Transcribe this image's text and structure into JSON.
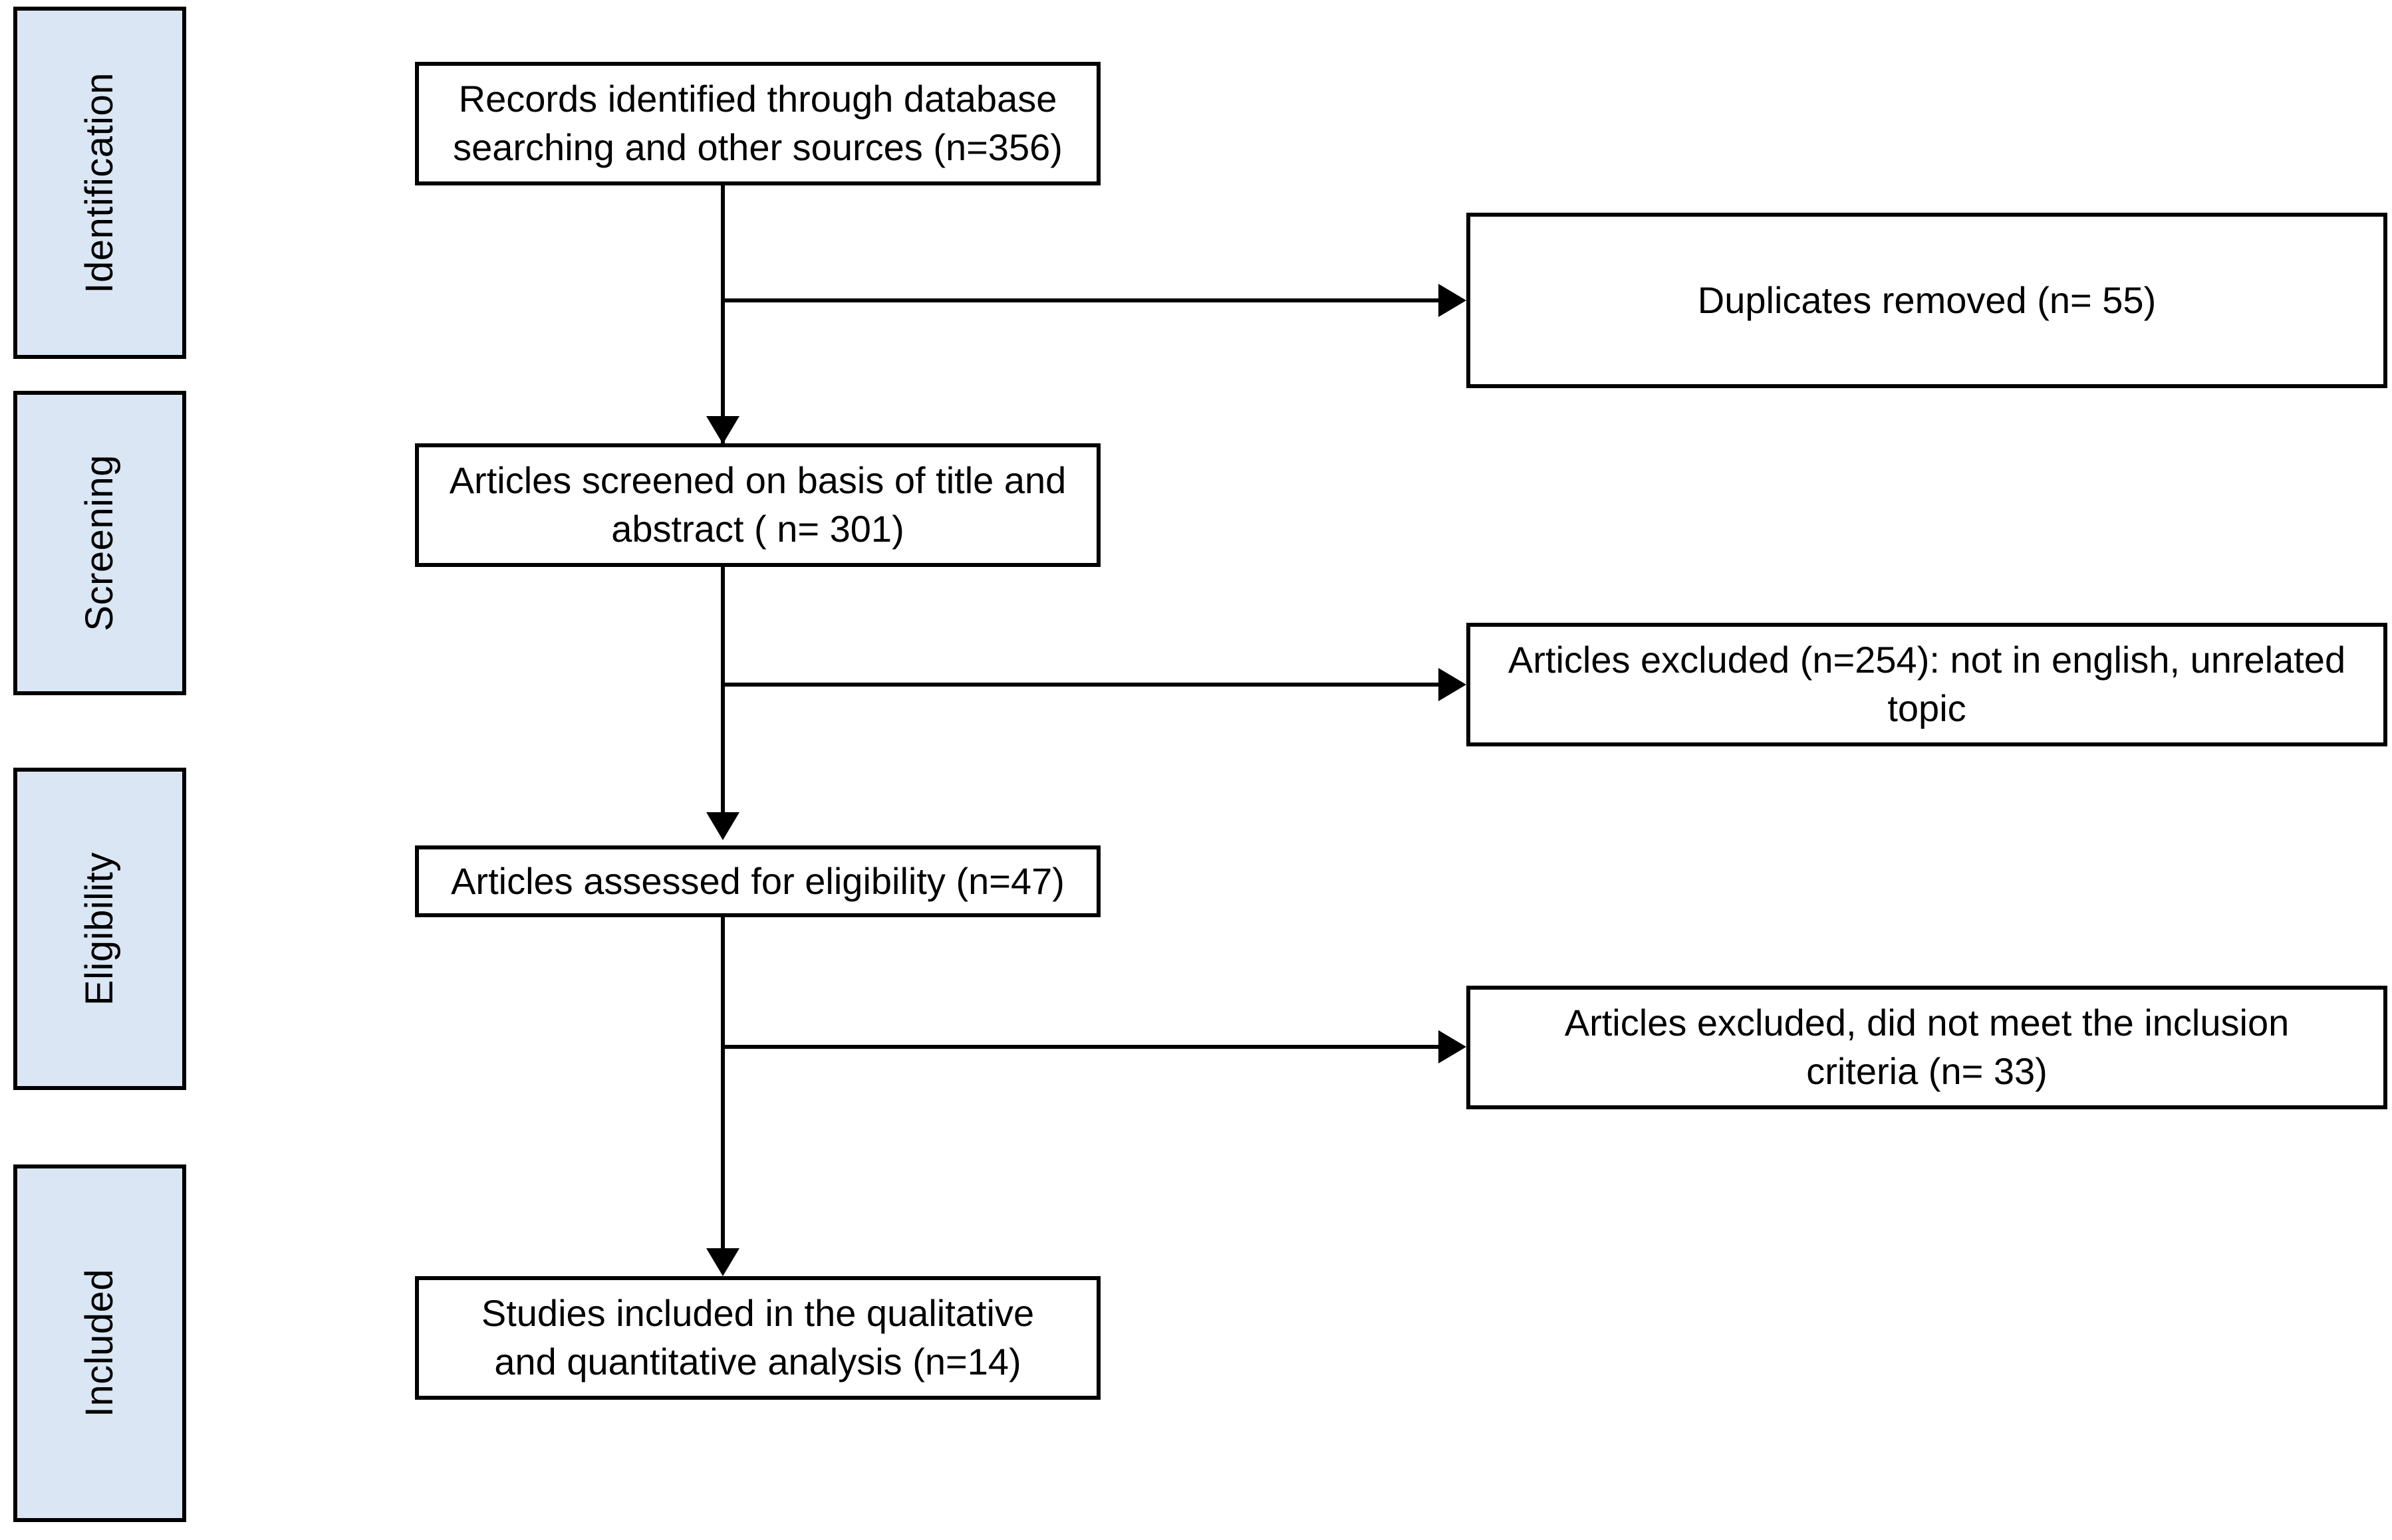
{
  "diagram": {
    "type": "prisma-flow-diagram",
    "colors": {
      "stage_fill": "#DAE6F4",
      "border": "#000000",
      "box_fill": "#FFFFFF",
      "text": "#000000"
    },
    "stages": [
      {
        "label": "Identification"
      },
      {
        "label": "Screening"
      },
      {
        "label": "Eligibility"
      },
      {
        "label": "Included"
      }
    ],
    "flow_boxes": [
      {
        "id": "records-identified",
        "line1": "Records identified through database",
        "line2": "searching and other sources (n=356)",
        "n": 356
      },
      {
        "id": "articles-screened",
        "line1": "Articles screened on basis of title and",
        "line2": "abstract ( n= 301)",
        "n": 301
      },
      {
        "id": "articles-assessed",
        "line1": "Articles assessed for eligibility (n=47)",
        "line2": "",
        "n": 47
      },
      {
        "id": "studies-included",
        "line1": "Studies included in the qualitative",
        "line2": "and quantitative analysis (n=14)",
        "n": 14
      }
    ],
    "exclusion_boxes": [
      {
        "id": "duplicates-removed",
        "line1": "Duplicates removed (n= 55)",
        "line2": "",
        "n": 55
      },
      {
        "id": "articles-excluded-screening",
        "line1": "Articles excluded (n=254): not in english, unrelated",
        "line2": "topic",
        "n": 254
      },
      {
        "id": "articles-excluded-eligibility",
        "line1": "Articles excluded, did not meet the inclusion",
        "line2": "criteria (n= 33)",
        "n": 33
      }
    ]
  }
}
